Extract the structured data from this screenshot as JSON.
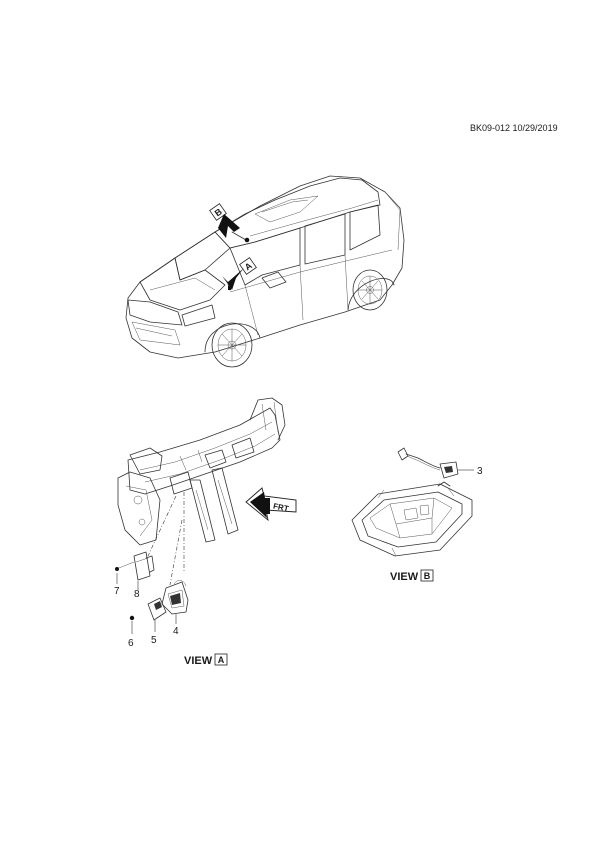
{
  "document_id": "BK09-012 10/29/2019",
  "callouts": {
    "c3": "3",
    "c4": "4",
    "c5": "5",
    "c6": "6",
    "c7": "7",
    "c8": "8"
  },
  "arrow_markers": {
    "a": "A",
    "b": "B"
  },
  "views": {
    "a": {
      "label": "VIEW",
      "letter": "A"
    },
    "b": {
      "label": "VIEW",
      "letter": "B"
    }
  },
  "frt_marker": "FRT"
}
